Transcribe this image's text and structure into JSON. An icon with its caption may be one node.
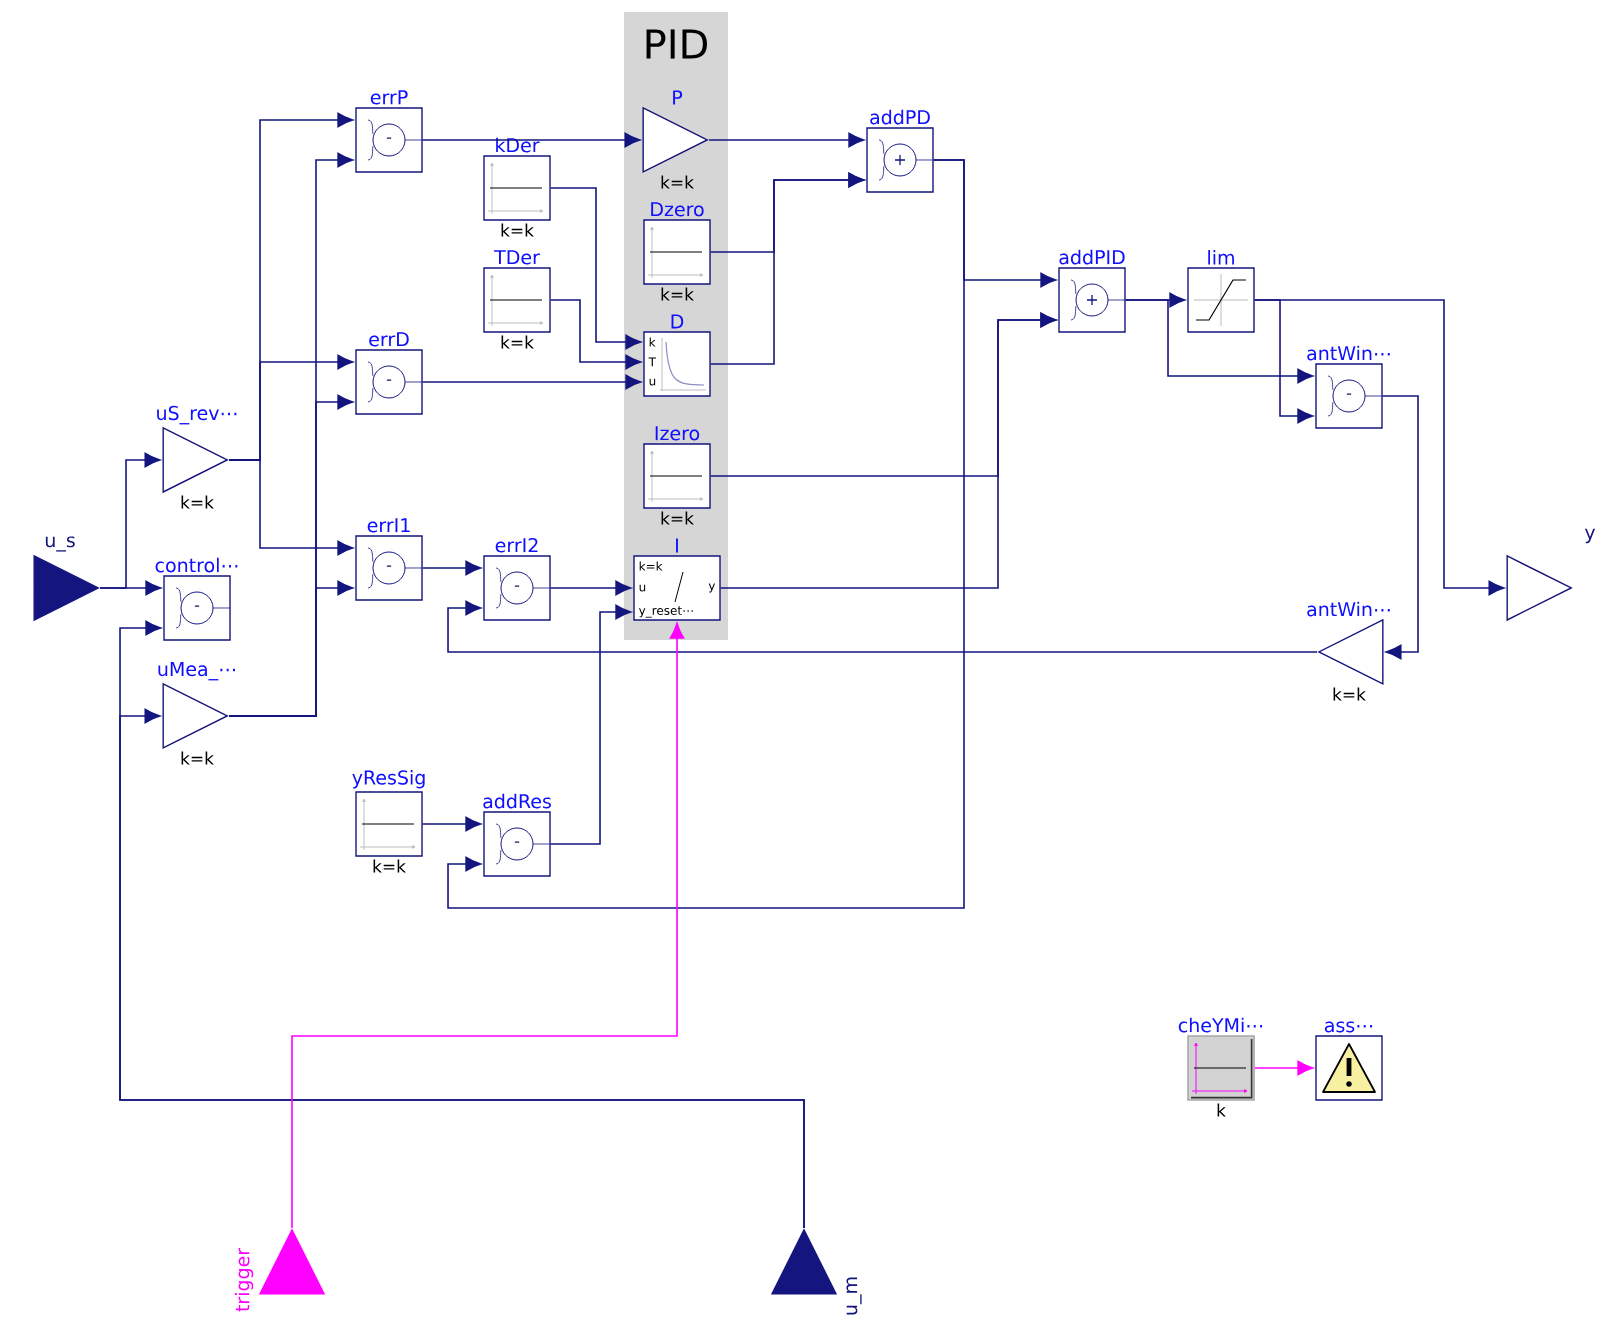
{
  "diagram": {
    "nodes": [
      {
        "text": [
          "PID"
        ]
      },
      {
        "text": [
          "P",
          "k=k"
        ],
        "in": 0
      },
      {
        "text": [
          "Dzero",
          "k=k"
        ],
        "in": 0
      },
      {
        "text": [
          "D",
          "k",
          "T",
          "u"
        ],
        "in": 0
      },
      {
        "text": [
          "Izero",
          "k=k"
        ],
        "in": 0
      },
      {
        "text": [
          "I",
          "k=k",
          "u",
          "y",
          "y_reset⋯"
        ],
        "in": 0
      },
      {
        "text": [
          "errP",
          "-"
        ]
      },
      {
        "text": [
          "kDer",
          "k=k"
        ]
      },
      {
        "text": [
          "TDer",
          "k=k"
        ]
      },
      {
        "text": [
          "errD",
          "-"
        ]
      },
      {
        "text": [
          "uS_rev⋯",
          "k=k"
        ]
      },
      {
        "text": [
          "errI1",
          "-"
        ]
      },
      {
        "text": [
          "errI2",
          "-"
        ]
      },
      {
        "text": [
          "u_s"
        ]
      },
      {
        "text": [
          "control⋯",
          "-"
        ]
      },
      {
        "text": [
          "uMea_⋯",
          "k=k"
        ]
      },
      {
        "text": [
          "addPD",
          "+"
        ]
      },
      {
        "text": [
          "addPID",
          "+"
        ]
      },
      {
        "text": [
          "lim"
        ]
      },
      {
        "text": [
          "antWin⋯",
          "-"
        ]
      },
      {
        "text": [
          "y"
        ]
      },
      {
        "text": [
          "antWin⋯",
          "k=k"
        ]
      },
      {
        "text": [
          "yResSig",
          "k=k"
        ]
      },
      {
        "text": [
          "addRes",
          "-"
        ]
      },
      {
        "text": [
          "trigger"
        ]
      },
      {
        "text": [
          "u_m"
        ]
      },
      {
        "text": [
          "cheYMi⋯",
          "k"
        ]
      },
      {
        "text": [
          "ass⋯"
        ]
      }
    ],
    "edges": [
      {
        "from": 13,
        "to": 10,
        "arrow": "to"
      },
      {
        "from": 13,
        "to": 14,
        "arrow": "to"
      },
      {
        "from": 10,
        "to": 6,
        "arrow": "to"
      },
      {
        "from": 10,
        "to": 9,
        "arrow": "to"
      },
      {
        "from": 10,
        "to": 11,
        "arrow": "to"
      },
      {
        "from": 25,
        "to": 15,
        "arrow": "to"
      },
      {
        "from": 25,
        "to": 14,
        "arrow": "to"
      },
      {
        "from": 15,
        "to": 6,
        "arrow": "to"
      },
      {
        "from": 15,
        "to": 9,
        "arrow": "to"
      },
      {
        "from": 15,
        "to": 11,
        "arrow": "to"
      },
      {
        "from": 6,
        "to": 1,
        "arrow": "to"
      },
      {
        "from": 7,
        "to": 3,
        "arrow": "to"
      },
      {
        "from": 8,
        "to": 3,
        "arrow": "to"
      },
      {
        "from": 9,
        "to": 3,
        "arrow": "to"
      },
      {
        "from": 1,
        "to": 16,
        "arrow": "to"
      },
      {
        "from": 2,
        "to": 16,
        "arrow": "to"
      },
      {
        "from": 3,
        "to": 16,
        "arrow": "to"
      },
      {
        "from": 16,
        "to": 17,
        "arrow": "to"
      },
      {
        "from": 16,
        "to": 23,
        "arrow": "to"
      },
      {
        "from": 4,
        "to": 17,
        "arrow": "to"
      },
      {
        "from": 5,
        "to": 17,
        "arrow": "to"
      },
      {
        "from": 11,
        "to": 12,
        "arrow": "to"
      },
      {
        "from": 12,
        "to": 5,
        "arrow": "to"
      },
      {
        "from": 21,
        "to": 12,
        "arrow": "to"
      },
      {
        "from": 23,
        "to": 5,
        "arrow": "to"
      },
      {
        "from": 24,
        "to": 5,
        "arrow": "to",
        "color": "#ff00ff"
      },
      {
        "from": 22,
        "to": 23,
        "arrow": "to"
      },
      {
        "from": 17,
        "to": 18,
        "arrow": "to"
      },
      {
        "from": 17,
        "to": 19,
        "arrow": "to"
      },
      {
        "from": 18,
        "to": 20,
        "arrow": "to"
      },
      {
        "from": 18,
        "to": 19,
        "arrow": "to"
      },
      {
        "from": 19,
        "to": 21,
        "arrow": "to"
      },
      {
        "from": 26,
        "to": 27,
        "arrow": "to",
        "color": "#ff00ff"
      }
    ]
  }
}
